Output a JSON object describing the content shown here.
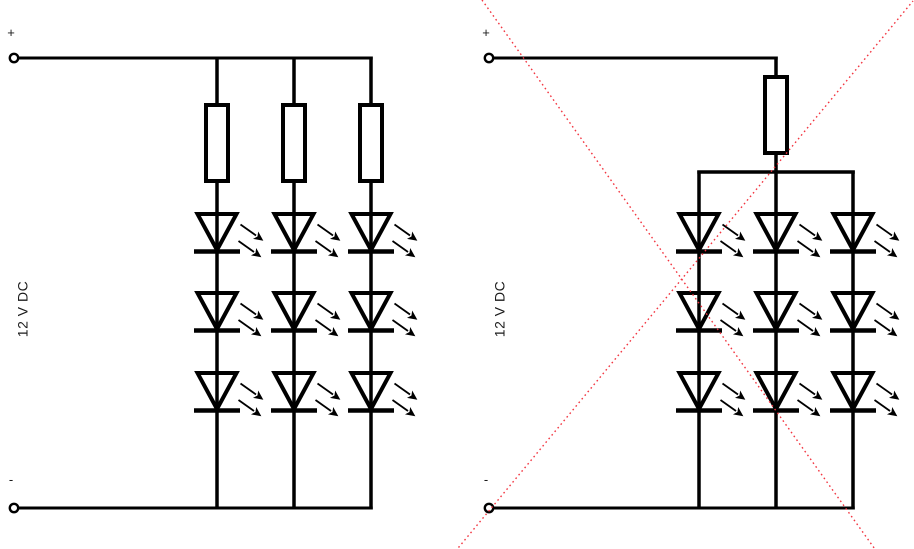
{
  "diagram": {
    "kind": "led-wiring-schematic-comparison",
    "colors": {
      "wire": "#000000",
      "cross": "#f23540",
      "component_fill": "#ffffff",
      "background": "#ffffff"
    },
    "panels": [
      {
        "id": "left",
        "crossed_out": false,
        "labels": {
          "positive": "+",
          "negative": "-",
          "voltage": "12 V DC"
        },
        "resistor_count": 3,
        "led_strings": 3,
        "leds_per_string": 3
      },
      {
        "id": "right",
        "crossed_out": true,
        "labels": {
          "positive": "+",
          "negative": "-",
          "voltage": "12 V DC"
        },
        "resistor_count": 1,
        "led_strings": 3,
        "leds_per_string": 3
      }
    ],
    "geometry": {
      "left": {
        "branch_x": [
          217,
          294,
          371
        ],
        "led_rows_y": [
          214,
          293,
          373
        ]
      },
      "right": {
        "branch_x": [
          699,
          776,
          853
        ],
        "led_rows_y": [
          214,
          293,
          373
        ]
      }
    }
  }
}
